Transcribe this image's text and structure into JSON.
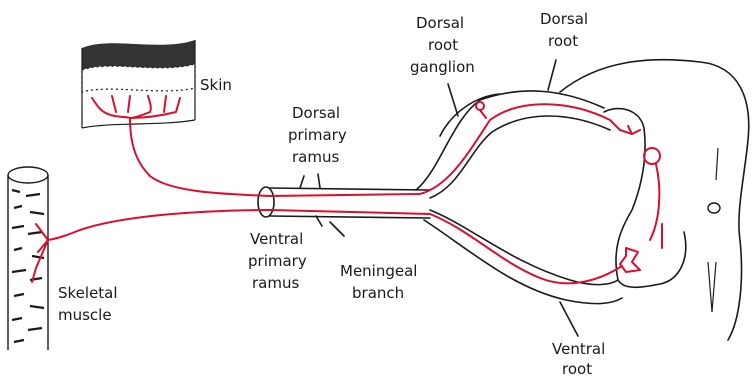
{
  "labels": {
    "skin": "Skin",
    "dorsal_root_ganglion": [
      "Dorsal",
      "root",
      "ganglion"
    ],
    "dorsal_root": [
      "Dorsal",
      "root"
    ],
    "dorsal_primary_ramus": [
      "Dorsal",
      "primary",
      "ramus"
    ],
    "ventral_primary_ramus": [
      "Ventral",
      "primary",
      "ramus"
    ],
    "meningeal_branch": [
      "Meningeal",
      "branch"
    ],
    "skeletal_muscle": [
      "Skeletal",
      "muscle"
    ],
    "ventral_root": [
      "Ventral",
      "root"
    ]
  },
  "colors": {
    "neuron": "#d8102e",
    "outline": "#1a1a1a"
  }
}
